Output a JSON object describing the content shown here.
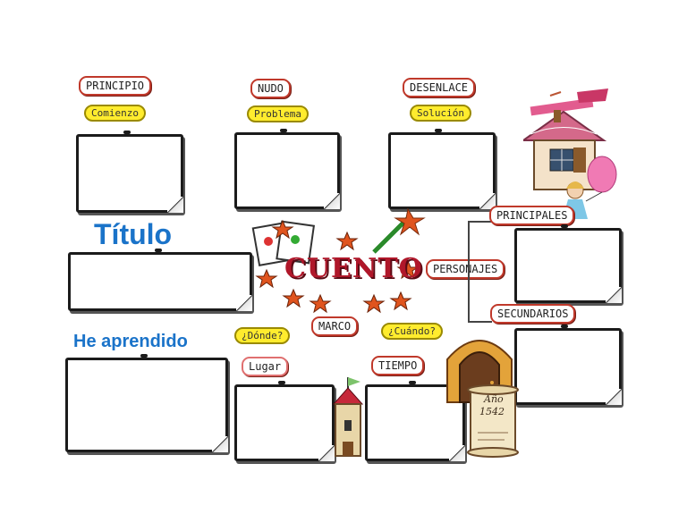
{
  "title": "Título",
  "learned": "He aprendido",
  "center": "CUENTO",
  "structure": {
    "principio": "PRINCIPIO",
    "comienzo": "Comienzo",
    "nudo": "NUDO",
    "problema": "Problema",
    "desenlace": "DESENLACE",
    "solucion": "Solución"
  },
  "personajes": {
    "label": "PERSONAJES",
    "principales": "PRINCIPALES",
    "secundarios": "SECUNDARIOS"
  },
  "marco": {
    "label": "MARCO",
    "donde": "¿Dónde?",
    "cuando": "¿Cuándo?",
    "lugar": "Lugar",
    "tiempo": "TIEMPO"
  },
  "scroll_text": {
    "line1": "Año",
    "line2": "1542"
  },
  "colors": {
    "heading": "#1a73c9",
    "label_border": "#c0392b",
    "yellow_tag": "#ffec2e",
    "center_text": "#b0172a",
    "star": "#e0541e"
  }
}
